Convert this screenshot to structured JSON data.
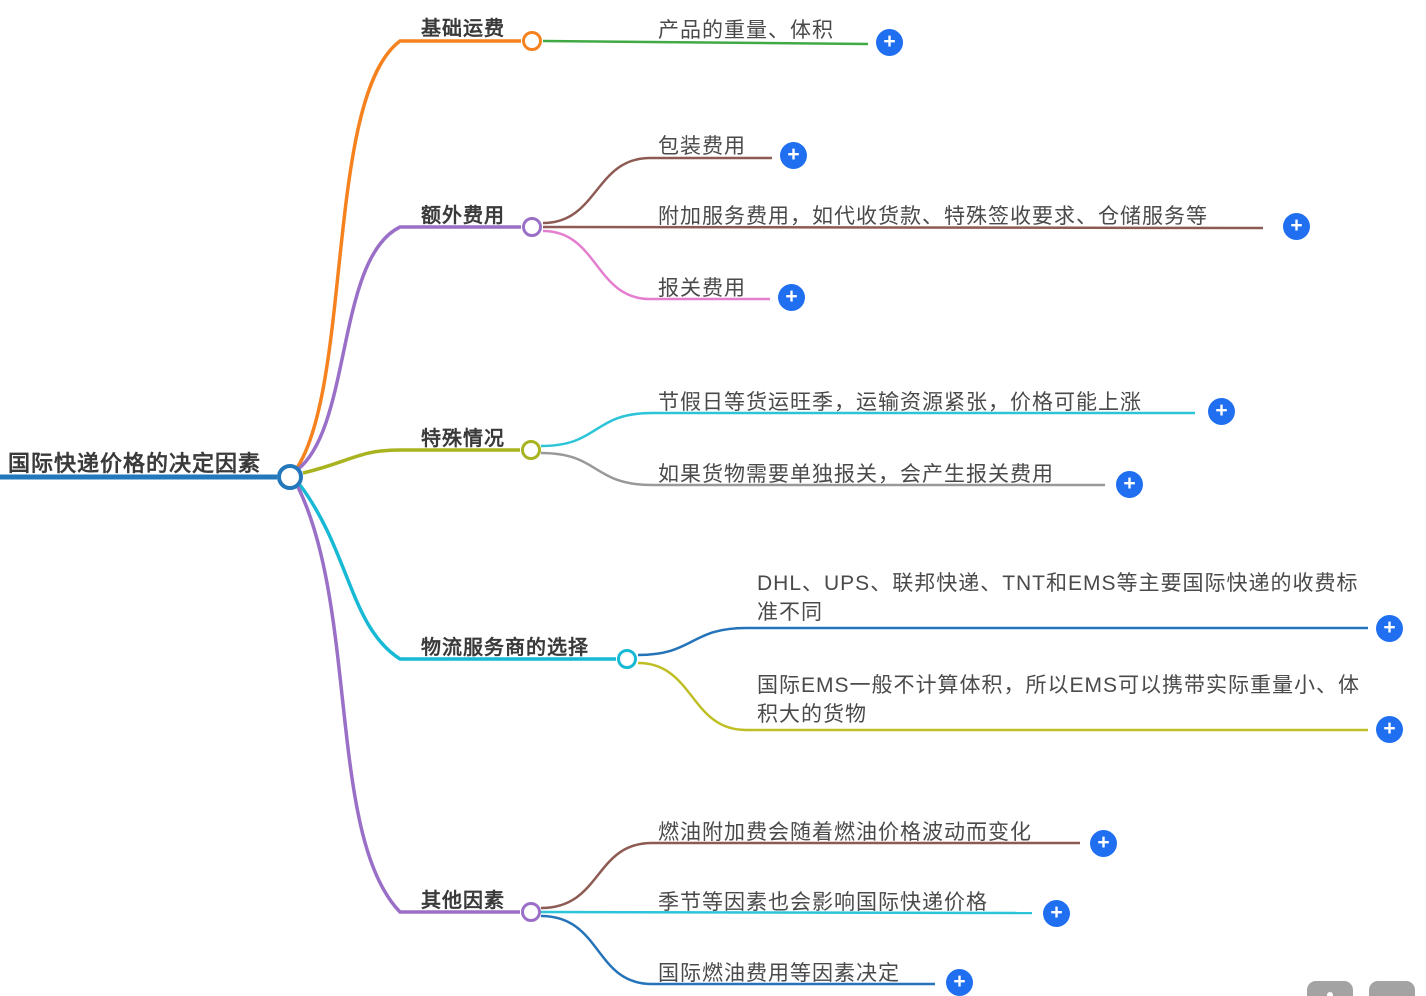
{
  "root": {
    "label": "国际快递价格的决定因素",
    "color": "#2377bb"
  },
  "icons": {
    "plus": "+"
  },
  "branches": [
    {
      "label": "基础运费",
      "color": "#f5821f",
      "children": [
        {
          "text": "产品的重量、体积",
          "color": "#41a943"
        }
      ]
    },
    {
      "label": "额外费用",
      "color": "#9a6fc7",
      "children": [
        {
          "text": "包装费用",
          "color": "#8d5b53"
        },
        {
          "text": "附加服务费用，如代收货款、特殊签收要求、仓储服务等",
          "color": "#8d5b53"
        },
        {
          "text": "报关费用",
          "color": "#e47fd0"
        }
      ]
    },
    {
      "label": "特殊情况",
      "color": "#a8b320",
      "children": [
        {
          "text": "节假日等货运旺季，运输资源紧张，价格可能上涨",
          "color": "#2bc4d9"
        },
        {
          "text": "如果货物需要单独报关，会产生报关费用",
          "color": "#999999"
        }
      ]
    },
    {
      "label": "物流服务商的选择",
      "color": "#17b9d4",
      "children": [
        {
          "text": "DHL、UPS、联邦快递、TNT和EMS等主要国际快递的收费标准不同",
          "color": "#2573b9"
        },
        {
          "text": "国际EMS一般不计算体积，所以EMS可以携带实际重量小、体积大的货物",
          "color": "#bfbf25"
        }
      ]
    },
    {
      "label": "其他因素",
      "color": "#9a6fc7",
      "children": [
        {
          "text": "燃油附加费会随着燃油价格波动而变化",
          "color": "#8d5b53"
        },
        {
          "text": "季节等因素也会影响国际快递价格",
          "color": "#2bc4d9"
        },
        {
          "text": "国际燃油费用等因素决定",
          "color": "#2573b9"
        }
      ]
    }
  ],
  "ui": {
    "plus_button_color": "#1f6ff0",
    "toolbar_button_color": "#a3a3a3"
  }
}
